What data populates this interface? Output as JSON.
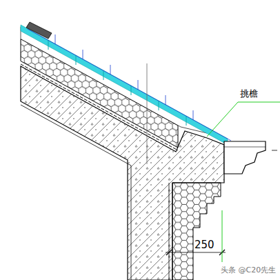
{
  "diagram": {
    "labels": [
      "挑檐",
      "250",
      "头条 @C20先生"
    ]
  }
}
